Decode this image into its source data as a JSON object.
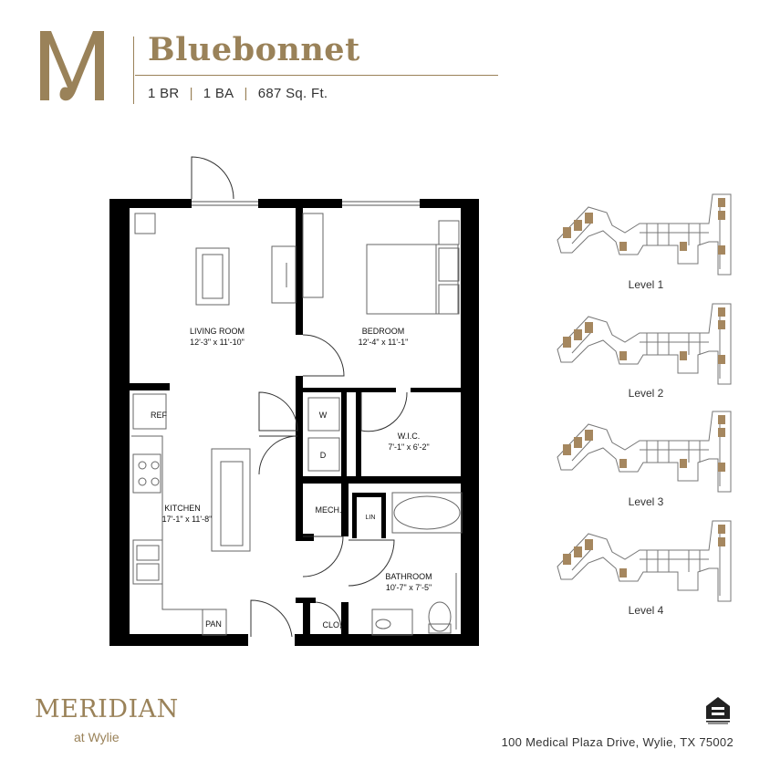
{
  "header": {
    "logo_letter": "M",
    "unit_name": "Bluebonnet",
    "bedrooms": "1 BR",
    "bathrooms": "1 BA",
    "area": "687 Sq. Ft."
  },
  "rooms": {
    "living_name": "LIVING ROOM",
    "living_dims": "12'-3\" x 11'-10\"",
    "bedroom_name": "BEDROOM",
    "bedroom_dims": "12'-4\" x 11'-1\"",
    "wic_name": "W.I.C.",
    "wic_dims": "7'-1\" x 6'-2\"",
    "kitchen_name": "KITCHEN",
    "kitchen_dims": "17'-1\" x 11'-8\"",
    "bathroom_name": "BATHROOM",
    "bathroom_dims": "10'-7\" x 7'-5\"",
    "ref": "REF",
    "washer": "W",
    "dryer": "D",
    "mech": "MECH.",
    "lin": "LIN",
    "pan": "PAN",
    "clo": "CLO."
  },
  "levels": [
    "Level 1",
    "Level 2",
    "Level 3",
    "Level 4"
  ],
  "footer": {
    "brand": "MERIDIAN",
    "brand_sub": "at Wylie",
    "address": "100 Medical Plaza Drive, Wylie, TX 75002"
  },
  "colors": {
    "accent": "#9a8259",
    "highlight_unit": "#a5875f",
    "wall": "#000000"
  }
}
